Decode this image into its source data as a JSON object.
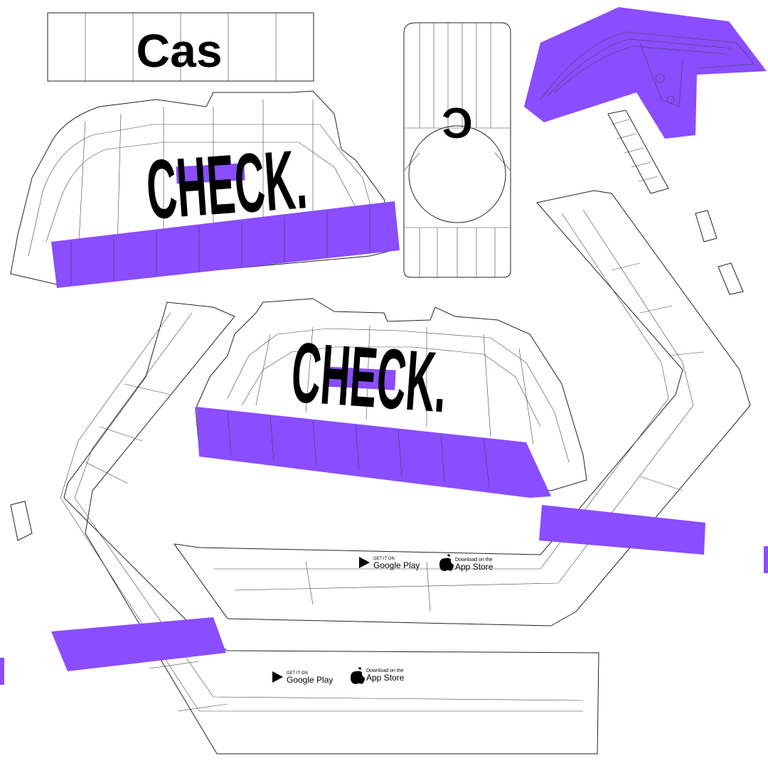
{
  "colors": {
    "accent": "#8a4dff",
    "background": "#ffffff",
    "line": "#222222",
    "text": "#000000"
  },
  "labels": {
    "cas": "Cas",
    "c_rotated": "C",
    "check_top": "CHECK.",
    "check_center": "CHECK."
  },
  "badges": {
    "google_small": "GET IT ON",
    "google_large": "Google Play",
    "apple_small": "Download on the",
    "apple_large": "App Store"
  },
  "icons": {
    "play": "google-play-icon",
    "apple": "apple-icon"
  }
}
